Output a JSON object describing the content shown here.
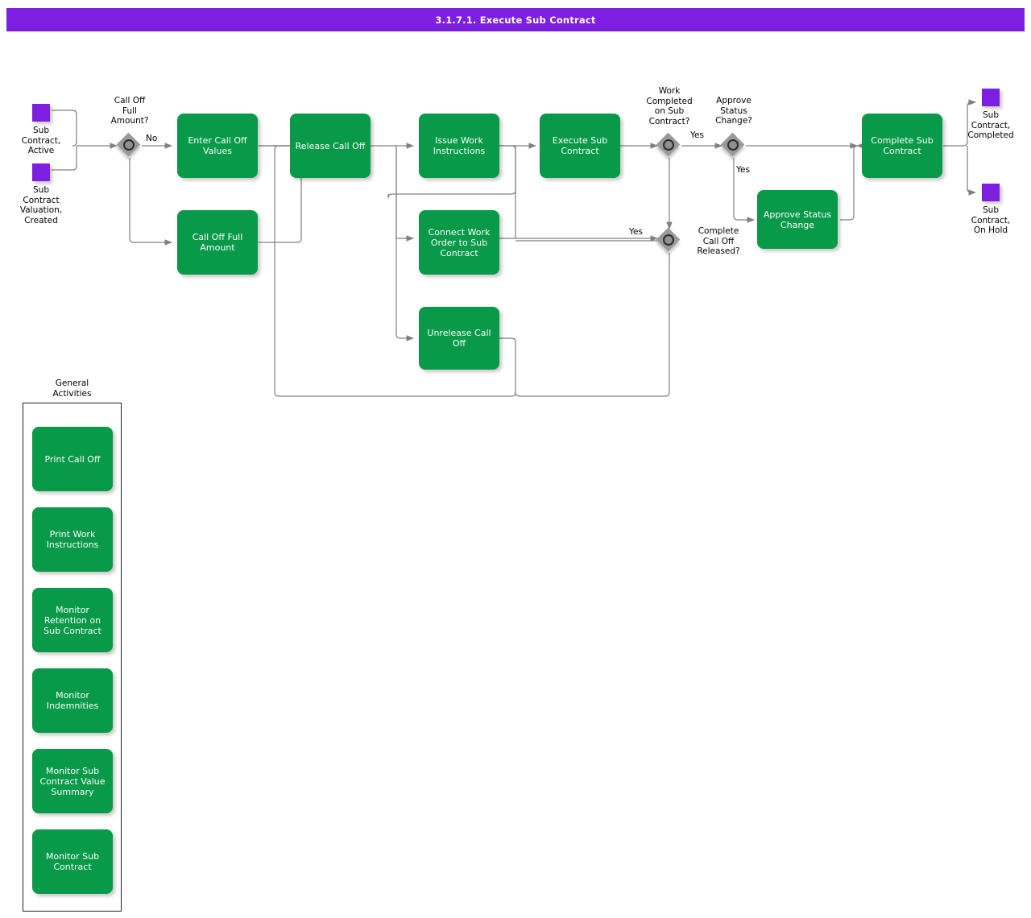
{
  "header": {
    "title": "3.1.7.1. Execute Sub Contract",
    "bar_color": "#7d1fe0"
  },
  "theme": {
    "task_green": "#089949",
    "event_purple": "#7d1fe0",
    "gateway_gray": "#9a9a9a",
    "connector": "#808080"
  },
  "start_events": [
    {
      "name": "start-sub-contract-active",
      "label": "Sub\nContract,\nActive"
    },
    {
      "name": "start-sub-contract-valuation-created",
      "label": "Sub\nContract\nValuation,\nCreated"
    }
  ],
  "end_events": [
    {
      "name": "end-sub-contract-completed",
      "label": "Sub\nContract,\nCompleted"
    },
    {
      "name": "end-sub-contract-on-hold",
      "label": "Sub\nContract,\nOn Hold"
    }
  ],
  "gateways": [
    {
      "name": "gateway-call-off-full-amount",
      "label": "Call Off\nFull\nAmount?"
    },
    {
      "name": "gateway-work-completed-on-sub-contract",
      "label": "Work\nCompleted\non Sub\nContract?"
    },
    {
      "name": "gateway-approve-status-change",
      "label": "Approve\nStatus\nChange?"
    },
    {
      "name": "gateway-complete-call-off-released",
      "label": "Complete\nCall Off\nReleased?"
    }
  ],
  "tasks": [
    {
      "name": "task-enter-call-off-values",
      "label": "Enter Call Off\nValues"
    },
    {
      "name": "task-call-off-full-amount",
      "label": "Call Off Full\nAmount"
    },
    {
      "name": "task-release-call-off",
      "label": "Release Call Off"
    },
    {
      "name": "task-issue-work-instructions",
      "label": "Issue Work\nInstructions"
    },
    {
      "name": "task-connect-work-order-to-sub-contract",
      "label": "Connect Work\nOrder to Sub\nContract"
    },
    {
      "name": "task-unrelease-call-off",
      "label": "Unrelease Call\nOff"
    },
    {
      "name": "task-execute-sub-contract",
      "label": "Execute Sub\nContract"
    },
    {
      "name": "task-approve-status-change",
      "label": "Approve Status\nChange"
    },
    {
      "name": "task-complete-sub-contract",
      "label": "Complete Sub\nContract"
    }
  ],
  "flow_labels": [
    {
      "name": "flow-label-no",
      "text": "No"
    },
    {
      "name": "flow-label-yes-work-completed",
      "text": "Yes"
    },
    {
      "name": "flow-label-yes-approve-status",
      "text": "Yes"
    },
    {
      "name": "flow-label-yes-complete-call-off",
      "text": "Yes"
    }
  ],
  "pool": {
    "title": "General\nActivities",
    "activities": [
      {
        "name": "task-print-call-off",
        "label": "Print Call Off"
      },
      {
        "name": "task-print-work-instructions",
        "label": "Print Work\nInstructions"
      },
      {
        "name": "task-monitor-retention-on-sub-contract",
        "label": "Monitor\nRetention on\nSub Contract"
      },
      {
        "name": "task-monitor-indemnities",
        "label": "Monitor\nIndemnities"
      },
      {
        "name": "task-monitor-sub-contract-value-summary",
        "label": "Monitor Sub\nContract Value\nSummary"
      },
      {
        "name": "task-monitor-sub-contract",
        "label": "Monitor Sub\nContract"
      }
    ]
  }
}
